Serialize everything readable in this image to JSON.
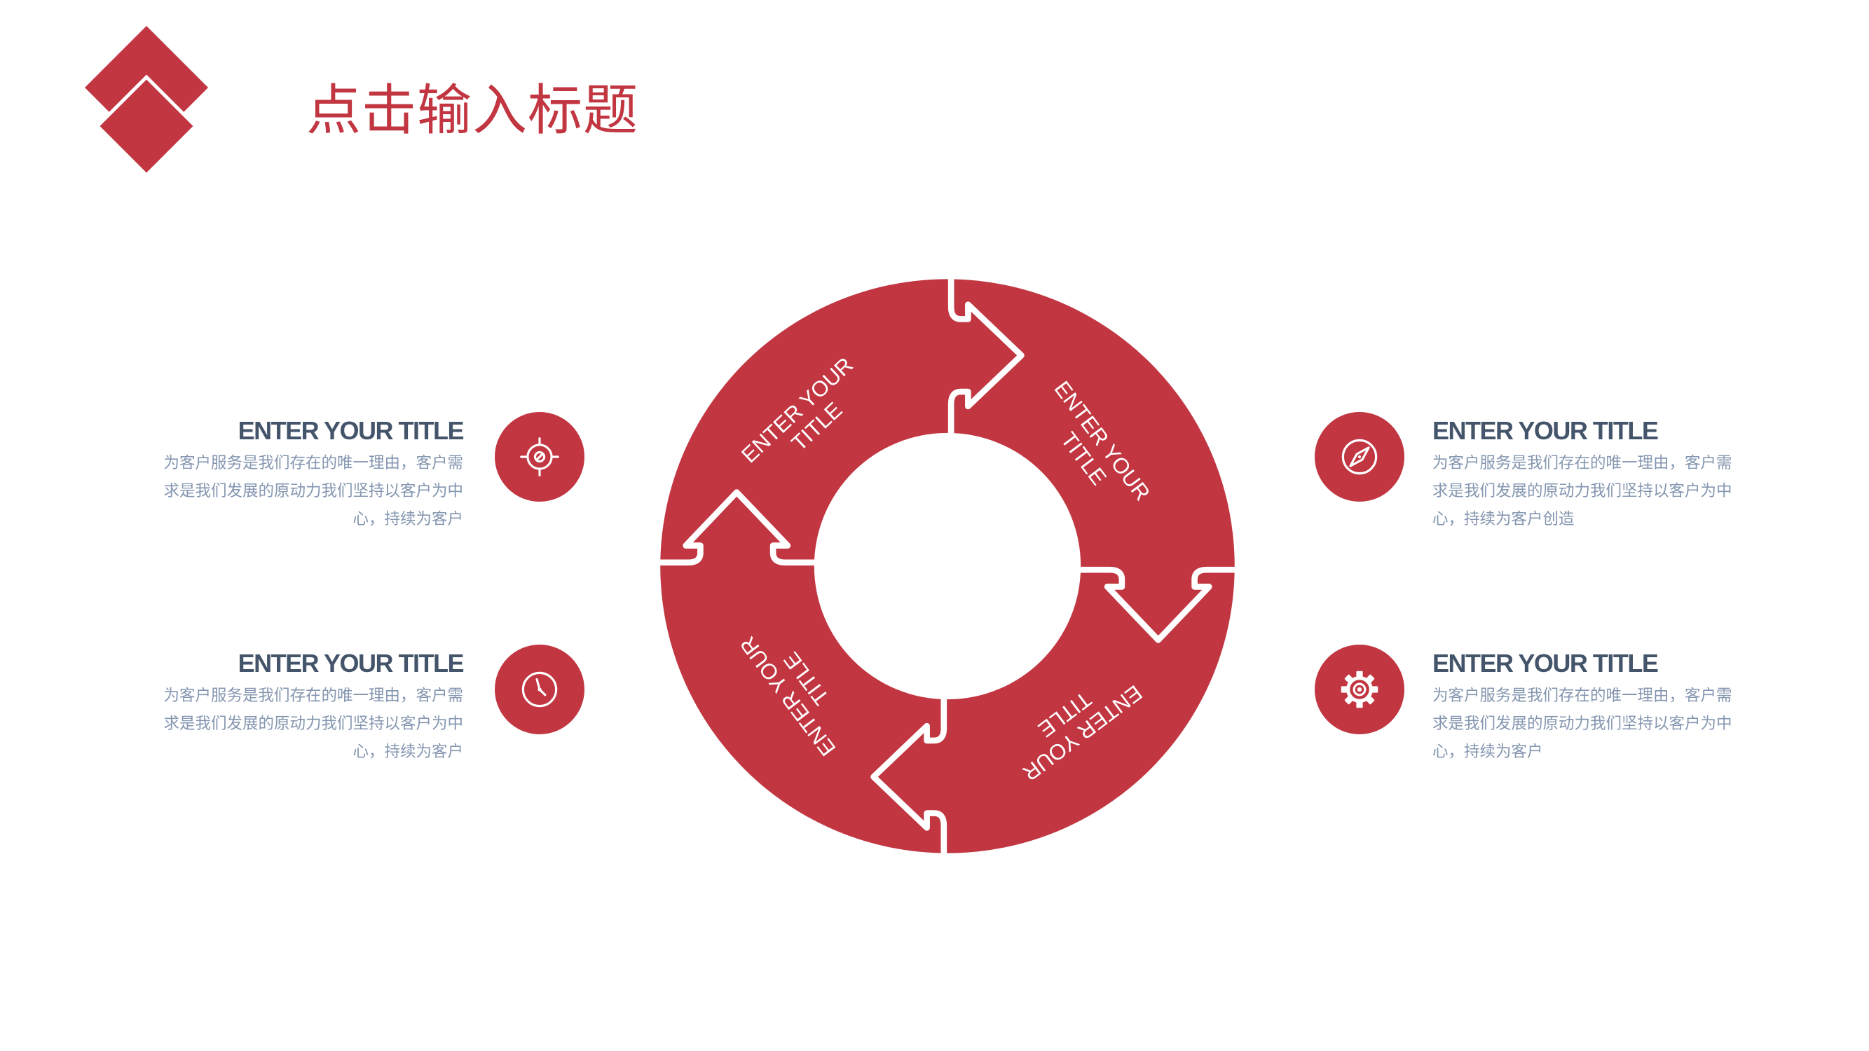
{
  "colors": {
    "accent": "#c13641",
    "heading": "#44546a",
    "body": "#8496b0",
    "background": "#ffffff"
  },
  "logo": {
    "icon": "double-diamond-logo"
  },
  "header": {
    "title": "点击输入标题"
  },
  "ring": {
    "segments": [
      {
        "line1": "ENTER YOUR",
        "line2": "TITLE"
      },
      {
        "line1": "ENTER YOUR",
        "line2": "TITLE"
      },
      {
        "line1": "ENTER YOUR",
        "line2": "TITLE"
      },
      {
        "line1": "ENTER YOUR",
        "line2": "TITLE"
      }
    ]
  },
  "items": [
    {
      "icon": "target-icon",
      "title": "ENTER YOUR TITLE",
      "body": [
        "为客户服务是我们存在的唯一理由，客户需",
        "求是我们发展的原动力我们坚持以客户为中",
        "心，持续为客户"
      ]
    },
    {
      "icon": "clock-icon",
      "title": "ENTER YOUR TITLE",
      "body": [
        "为客户服务是我们存在的唯一理由，客户需",
        "求是我们发展的原动力我们坚持以客户为中",
        "心，持续为客户"
      ]
    },
    {
      "icon": "compass-icon",
      "title": "ENTER YOUR TITLE",
      "body": [
        "为客户服务是我们存在的唯一理由，客户需",
        "求是我们发展的原动力我们坚持以客户为中",
        "心，持续为客户创造"
      ]
    },
    {
      "icon": "gear-icon",
      "title": "ENTER YOUR TITLE",
      "body": [
        "为客户服务是我们存在的唯一理由，客户需",
        "求是我们发展的原动力我们坚持以客户为中",
        "心，持续为客户"
      ]
    }
  ]
}
